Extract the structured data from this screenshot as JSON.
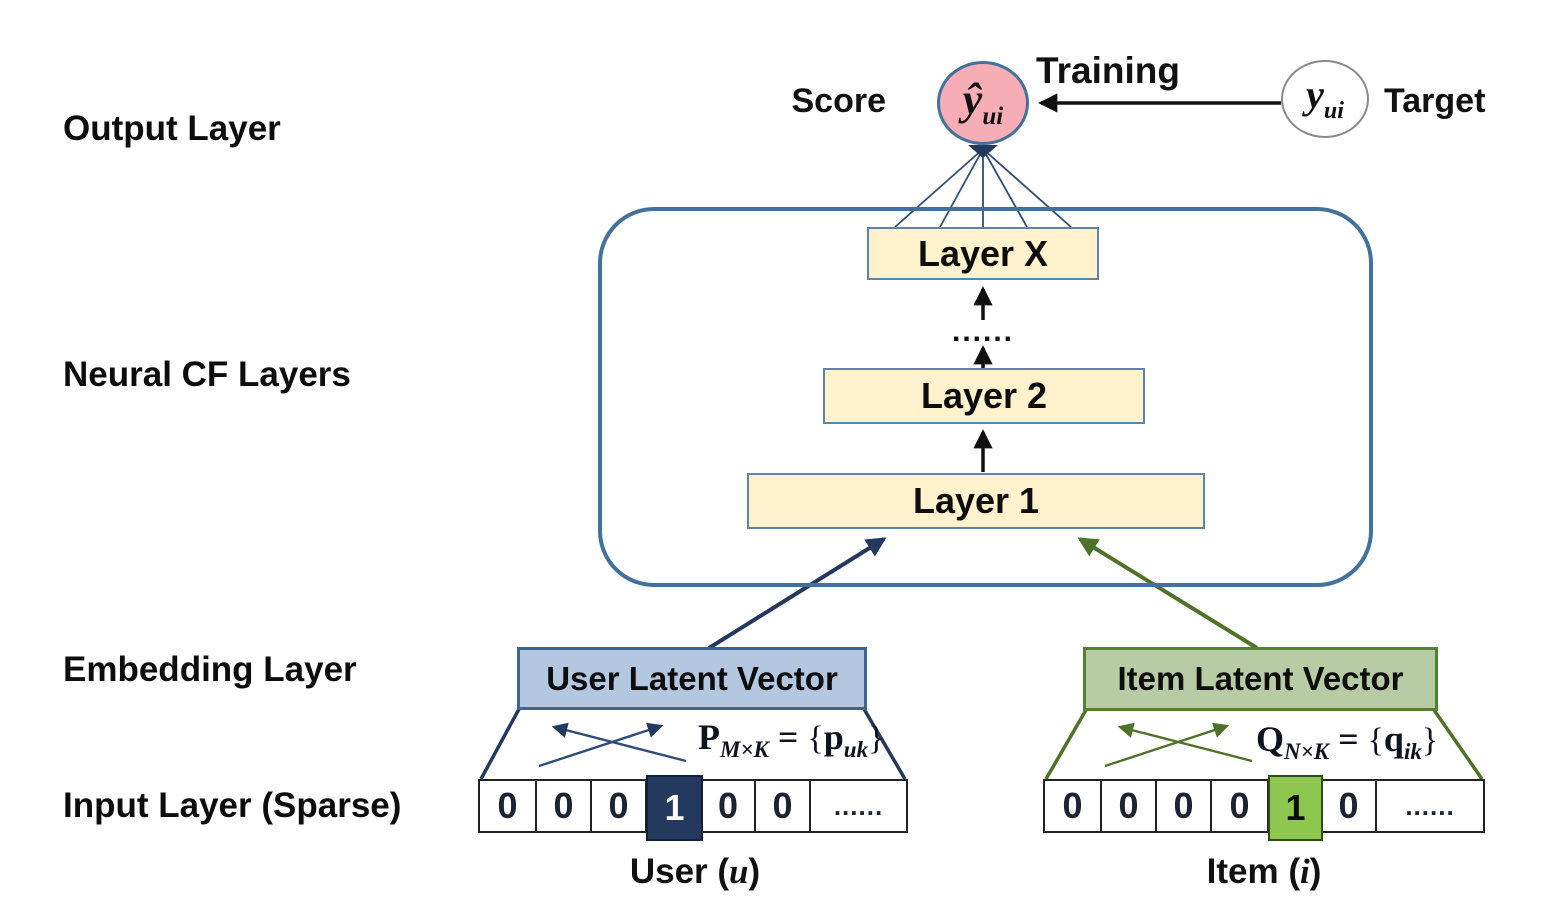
{
  "side_labels": {
    "output": "Output Layer",
    "neural_cf": "Neural CF Layers",
    "embedding": "Embedding Layer",
    "input": "Input Layer (Sparse)"
  },
  "output_layer": {
    "score_label": "Score",
    "score_symbol": "ŷ",
    "score_subscript": "ui",
    "training_label": "Training",
    "target_symbol": "y",
    "target_subscript": "ui",
    "target_label": "Target"
  },
  "neural_cf_layers": {
    "layer_top": "Layer X",
    "dots": "......",
    "layer_2": "Layer 2",
    "layer_1": "Layer 1"
  },
  "embedding_layer": {
    "user": {
      "title": "User Latent Vector",
      "formula": {
        "matrix": "P",
        "matrix_sub": "M×K",
        "equals": "=",
        "open": "{",
        "vector": "p",
        "vector_sub": "uk",
        "close": "}"
      }
    },
    "item": {
      "title": "Item Latent Vector",
      "formula": {
        "matrix": "Q",
        "matrix_sub": "N×K",
        "equals": "=",
        "open": "{",
        "vector": "q",
        "vector_sub": "ik",
        "close": "}"
      }
    }
  },
  "input_layer": {
    "user": {
      "cells": [
        "0",
        "0",
        "0",
        "1",
        "0",
        "0",
        "......"
      ],
      "hot_index": 3,
      "caption_prefix": "User (",
      "caption_var": "u",
      "caption_suffix": ")"
    },
    "item": {
      "cells": [
        "0",
        "0",
        "0",
        "0",
        "1",
        "0",
        "......"
      ],
      "hot_index": 4,
      "caption_prefix": "Item (",
      "caption_var": "i",
      "caption_suffix": ")"
    }
  },
  "colors": {
    "score_circle_fill": "#F6ADB6",
    "container_border": "#41719C",
    "layer_box_fill": "#FFF2CC",
    "layer_box_border": "#5B84A8",
    "user_latent_fill": "#B4C7E0",
    "user_latent_border": "#3C6494",
    "item_latent_fill": "#B7CBA4",
    "item_latent_border": "#538135",
    "user_hot_cell": "#24395E",
    "item_hot_cell": "#8DC74F",
    "navy_arrow": "#24395E",
    "green_arrow": "#4E7228",
    "black_arrow": "#111111"
  }
}
